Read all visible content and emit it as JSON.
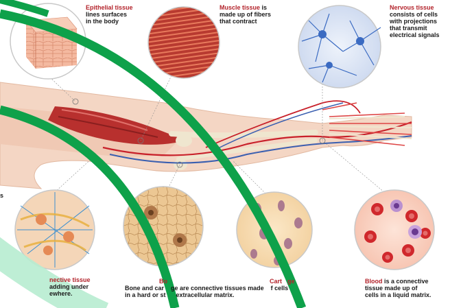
{
  "colors": {
    "accent_title": "#b3232b",
    "arc_green": "#0ea14a",
    "arc_light": "#b7ecd0",
    "skin": "#f3d3c0",
    "muscle": "#b8302e",
    "vein": "#3a5fb0",
    "artery": "#c8202a"
  },
  "icons": [
    "epithelial-tissue-illustration",
    "muscle-tissue-illustration",
    "nervous-tissue-illustration",
    "connective-tissue-illustration",
    "bone-tissue-illustration",
    "cartilage-illustration",
    "blood-cells-illustration",
    "arm-anatomy-illustration"
  ],
  "labels": {
    "epithelial": {
      "title": "Epithelial tissue",
      "line1": "lines surfaces",
      "line2": "in the body"
    },
    "muscle": {
      "title": "Muscle tissue",
      "title_suffix": " is",
      "line1": "made up of fibers",
      "line2": "that contract"
    },
    "nervous": {
      "title": "Nervous tissue",
      "line1": "consists of cells",
      "line2": "with projections",
      "line3": "that transmit",
      "line4": "electrical signals"
    },
    "connective": {
      "title": "nective tissue",
      "line1": "adding under",
      "line2": "ewhere."
    },
    "bone": {
      "title": "Bo"
    },
    "cartilage": {
      "title": "Cart",
      "title_suffix": "ge"
    },
    "bone_cartilage_caption": {
      "line1": "Bone and car    ge are connective tissues made    f cells",
      "line2": "in a hard or st      extracellular matrix."
    },
    "blood": {
      "title": "Blood",
      "title_suffix": " is a connective",
      "line1": "tissue made up of",
      "line2": "cells in a liquid matrix."
    },
    "left_edge": {
      "text": "s"
    }
  }
}
